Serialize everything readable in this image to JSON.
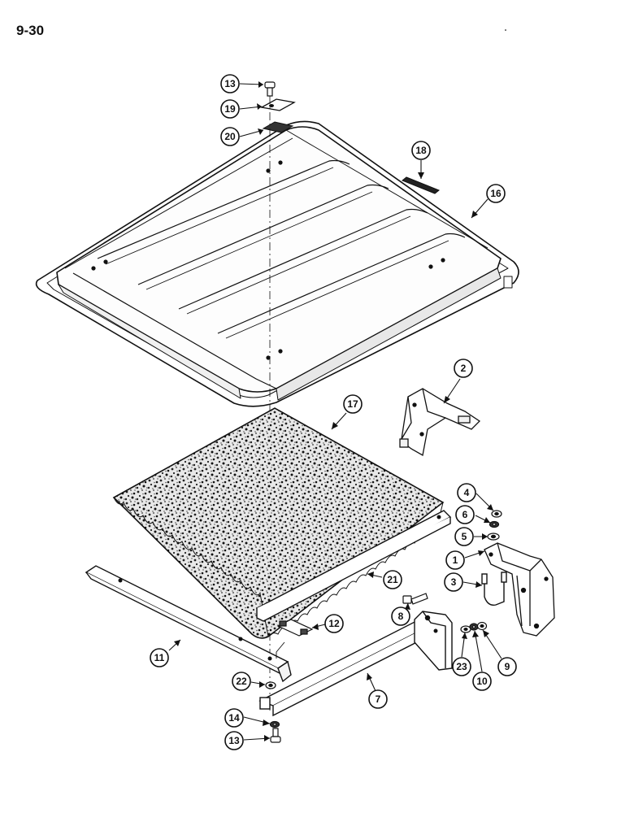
{
  "page": {
    "number": "9-30"
  },
  "callouts": [
    {
      "id": "c13a",
      "label": "13",
      "name": "callout-13-top"
    },
    {
      "id": "c19",
      "label": "19",
      "name": "callout-19"
    },
    {
      "id": "c20",
      "label": "20",
      "name": "callout-20"
    },
    {
      "id": "c18",
      "label": "18",
      "name": "callout-18"
    },
    {
      "id": "c16",
      "label": "16",
      "name": "callout-16"
    },
    {
      "id": "c2",
      "label": "2",
      "name": "callout-2"
    },
    {
      "id": "c17",
      "label": "17",
      "name": "callout-17"
    },
    {
      "id": "c4",
      "label": "4",
      "name": "callout-4"
    },
    {
      "id": "c6",
      "label": "6",
      "name": "callout-6"
    },
    {
      "id": "c5",
      "label": "5",
      "name": "callout-5"
    },
    {
      "id": "c1",
      "label": "1",
      "name": "callout-1"
    },
    {
      "id": "c3",
      "label": "3",
      "name": "callout-3"
    },
    {
      "id": "c21",
      "label": "21",
      "name": "callout-21"
    },
    {
      "id": "c8",
      "label": "8",
      "name": "callout-8"
    },
    {
      "id": "c12",
      "label": "12",
      "name": "callout-12"
    },
    {
      "id": "c11",
      "label": "11",
      "name": "callout-11"
    },
    {
      "id": "c23",
      "label": "23",
      "name": "callout-23"
    },
    {
      "id": "c10",
      "label": "10",
      "name": "callout-10"
    },
    {
      "id": "c9",
      "label": "9",
      "name": "callout-9"
    },
    {
      "id": "c22",
      "label": "22",
      "name": "callout-22"
    },
    {
      "id": "c7",
      "label": "7",
      "name": "callout-7"
    },
    {
      "id": "c14",
      "label": "14",
      "name": "callout-14"
    },
    {
      "id": "c13b",
      "label": "13",
      "name": "callout-13-bottom"
    }
  ]
}
